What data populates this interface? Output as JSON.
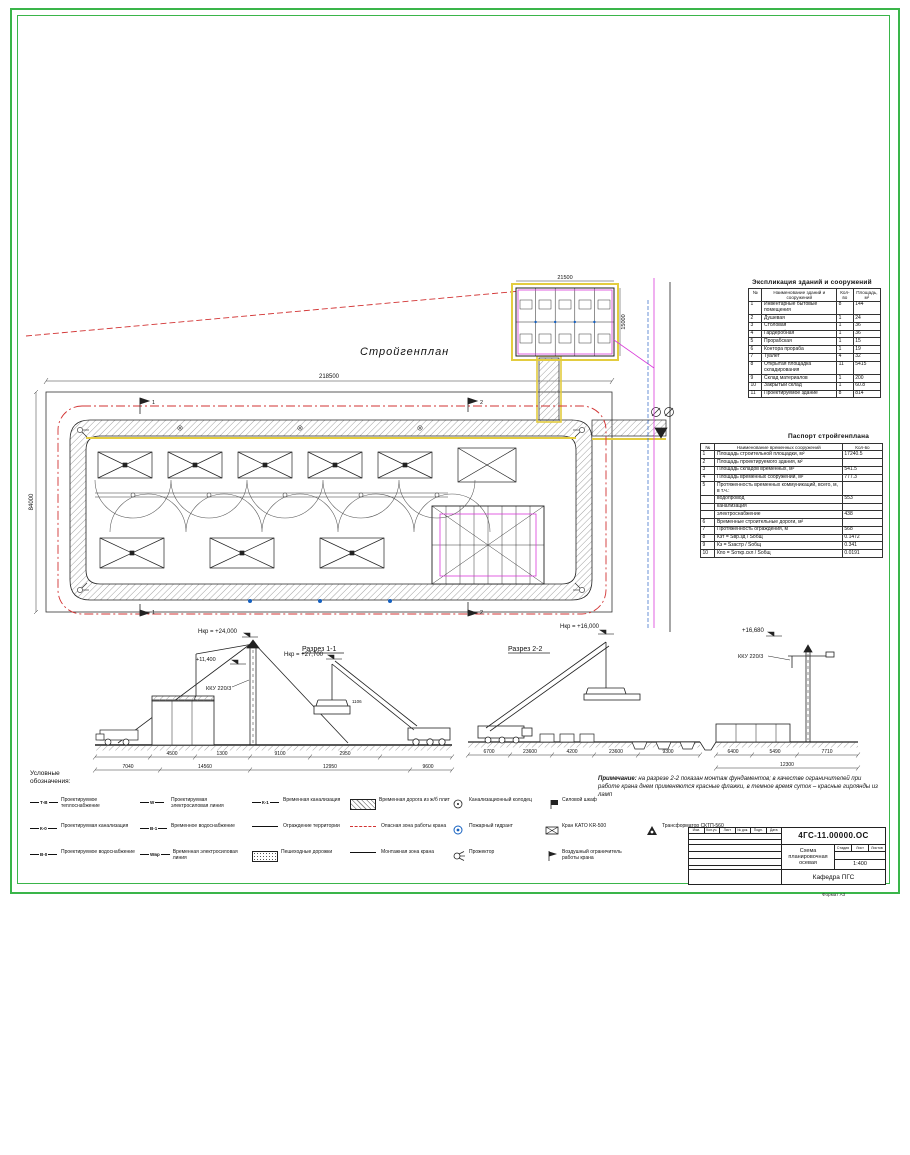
{
  "plan": {
    "title": "Стройгенплан",
    "dim_top": "218500",
    "dim_left": "84000",
    "building_dim_top": "21500",
    "building_dim_right": "15000",
    "cut1": "1",
    "cut2": "2"
  },
  "explication": {
    "title": "Экспликация зданий и сооружений",
    "headers": [
      "№",
      "Наименование зданий и сооружений",
      "Кол-во",
      "Площадь, м²"
    ],
    "rows": [
      {
        "n": "1",
        "name": "Инвентарные бытовые помещения",
        "qty": "8",
        "area": "144"
      },
      {
        "n": "2",
        "name": "Душевая",
        "qty": "1",
        "area": "24"
      },
      {
        "n": "3",
        "name": "Столовая",
        "qty": "1",
        "area": "36"
      },
      {
        "n": "4",
        "name": "Гардеробная",
        "qty": "1",
        "area": "36"
      },
      {
        "n": "5",
        "name": "Прорабская",
        "qty": "1",
        "area": "15"
      },
      {
        "n": "6",
        "name": "Контора прораба",
        "qty": "1",
        "area": "19"
      },
      {
        "n": "7",
        "name": "Туалет",
        "qty": "4",
        "area": "32"
      },
      {
        "n": "8",
        "name": "Открытая площадка складирования",
        "qty": "11",
        "area": "5415"
      },
      {
        "n": "9",
        "name": "Склад материалов",
        "qty": "1",
        "area": "200"
      },
      {
        "n": "10",
        "name": "Закрытый склад",
        "qty": "1",
        "area": "60.8"
      },
      {
        "n": "11",
        "name": "Проектируемое здание",
        "qty": "8",
        "area": "814"
      }
    ]
  },
  "passport": {
    "title": "Паспорт стройгенплана",
    "headers": [
      "№",
      "Наименование временных сооружений",
      "Кол-во"
    ],
    "rows": [
      {
        "n": "1",
        "name": "Площадь строительной площадки, м²",
        "val": "17240.5"
      },
      {
        "n": "2",
        "name": "Площадь проектируемого здания, м²",
        "val": ""
      },
      {
        "n": "3",
        "name": "Площадь складов временных, м²",
        "val": "541.5"
      },
      {
        "n": "4",
        "name": "Площадь временных сооружений, м²",
        "val": "777.3"
      },
      {
        "n": "5",
        "name": "Протяженность временных коммуникаций, всего, м, в т.ч.:",
        "val": ""
      },
      {
        "n": "",
        "name": "водопровод",
        "val": "553"
      },
      {
        "n": "",
        "name": "канализация",
        "val": ""
      },
      {
        "n": "",
        "name": "электроснабжение",
        "val": "438"
      },
      {
        "n": "6",
        "name": "Временные строительные дороги, м²",
        "val": ""
      },
      {
        "n": "7",
        "name": "Протяженность ограждения, м",
        "val": "568"
      },
      {
        "n": "8",
        "name": "Кзт = Sвр.зд / Sобщ",
        "val": "0.1472"
      },
      {
        "n": "9",
        "name": "Кз = Sзастр / Sобщ",
        "val": "0.341"
      },
      {
        "n": "10",
        "name": "Кпо = Sоткр.скл / Sобщ",
        "val": "0.0191"
      }
    ]
  },
  "sections": {
    "s1": {
      "label": "Разрез 1-1",
      "h_main": "Нкр = +24,000",
      "h_mid": "+11,400",
      "h_right": "Нкр = +27,700",
      "crane": "ККУ 220/3",
      "dims_a": [
        "4500",
        "1300",
        "9100",
        "2950"
      ],
      "dims_b": [
        "7040",
        "14560",
        "12950",
        "9600"
      ],
      "dim_load": "1106"
    },
    "s2": {
      "label": "Разрез 2-2",
      "h_main": "Нкр = +16,000",
      "h_right": "+16,680",
      "crane": "ККУ 220/3",
      "dims_a": [
        "6700",
        "23600",
        "4200",
        "23600",
        "9300"
      ],
      "dims_b": [
        "6400",
        "5490",
        "7710"
      ],
      "dim_total": "12300"
    }
  },
  "legend": {
    "title": "Условные обозначения:",
    "items": [
      {
        "code": "Т-В",
        "label": "Проектируемое теплоснабжение"
      },
      {
        "code": "К-0",
        "label": "Проектируемая канализация"
      },
      {
        "code": "В-0",
        "label": "Проектируемое водоснабжение"
      },
      {
        "code": "W",
        "label": "Проектируемая электросиловая линия"
      },
      {
        "code": "В-1",
        "label": "Временное водоснабжение"
      },
      {
        "code": "Wвр",
        "label": "Временная электросиловая линия"
      },
      {
        "code": "К-1",
        "label": "Временная канализация"
      },
      {
        "code": "",
        "label": "Ограждение территории"
      },
      {
        "code": "",
        "label": "Пешеходные дорожки"
      },
      {
        "code": "",
        "label": "Временная дорога из ж/б плит"
      },
      {
        "code": "",
        "label": "Опасная зона работы крана"
      },
      {
        "code": "",
        "label": "Монтажная зона крана"
      },
      {
        "code": "",
        "label": "Канализационный колодец"
      },
      {
        "code": "",
        "label": "Пожарный гидрант"
      },
      {
        "code": "",
        "label": "Прожектор"
      },
      {
        "code": "",
        "label": "Силовой шкаф"
      },
      {
        "code": "",
        "label": "Кран KATO KR-500"
      },
      {
        "code": "",
        "label": "Воздушный ограничитель работы крана"
      },
      {
        "code": "",
        "label": "Трансформатор СКТП-560"
      }
    ]
  },
  "note": {
    "label": "Примечание:",
    "text": "на разрезе 2-2 показан монтаж фундаментов; в качестве ограничителей при работе крана днем применяются красные флажки, в темное время суток – красные гирлянды из ламп"
  },
  "stamp": {
    "doc_number": "4ГС-11.00000.ОС",
    "name": "Схема планировочная осевая",
    "scale": "1:400",
    "department": "Кафедра ПГС",
    "rev_headers": [
      "Изм.",
      "Кол.уч.",
      "Лист",
      "№ док.",
      "Подп.",
      "Дата"
    ],
    "grid_headers": [
      "Стадия",
      "Лист",
      "Листов"
    ],
    "format": "Формат А3"
  }
}
